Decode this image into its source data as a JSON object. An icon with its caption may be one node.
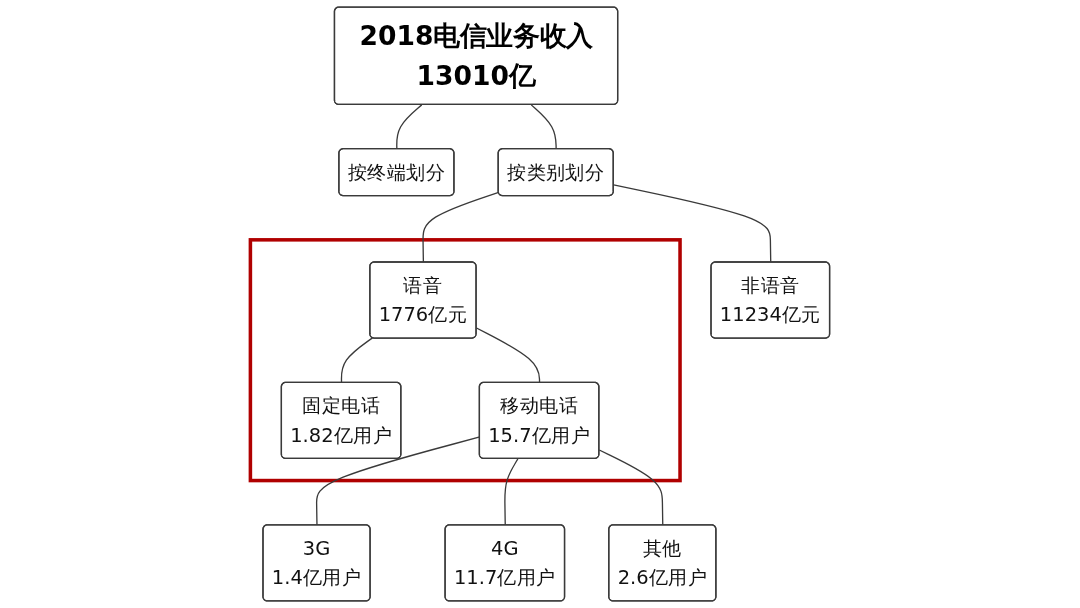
{
  "diagram": {
    "nodes": [
      {
        "text": [
          "2018电信业务收入13010亿"
        ]
      },
      {
        "text": [
          "按终端划分"
        ]
      },
      {
        "text": [
          "按类别划分"
        ]
      },
      {
        "text": [],
        "shape": "box"
      },
      {
        "text": [
          "语音",
          "1776亿元"
        ],
        "in": 3
      },
      {
        "text": [
          "非语音",
          "11234亿元"
        ]
      },
      {
        "text": [
          "固定电话",
          "1.82亿用户"
        ],
        "in": 3
      },
      {
        "text": [
          "移动电话",
          "15.7亿用户"
        ],
        "in": 3
      },
      {
        "text": [
          "3G",
          "1.4亿用户"
        ]
      },
      {
        "text": [
          "4G",
          "11.7亿用户"
        ]
      },
      {
        "text": [
          "其他",
          "2.6亿用户"
        ]
      }
    ],
    "edges": [
      {
        "from": 0,
        "to": 1,
        "arrow": "none"
      },
      {
        "from": 0,
        "to": 2,
        "arrow": "none"
      },
      {
        "from": 2,
        "to": 4,
        "arrow": "none"
      },
      {
        "from": 2,
        "to": 5,
        "arrow": "none"
      },
      {
        "from": 4,
        "to": 6,
        "arrow": "none"
      },
      {
        "from": 4,
        "to": 7,
        "arrow": "none"
      },
      {
        "from": 7,
        "to": 8,
        "arrow": "none"
      },
      {
        "from": 7,
        "to": 9,
        "arrow": "none"
      },
      {
        "from": 7,
        "to": 10,
        "arrow": "none"
      }
    ]
  }
}
